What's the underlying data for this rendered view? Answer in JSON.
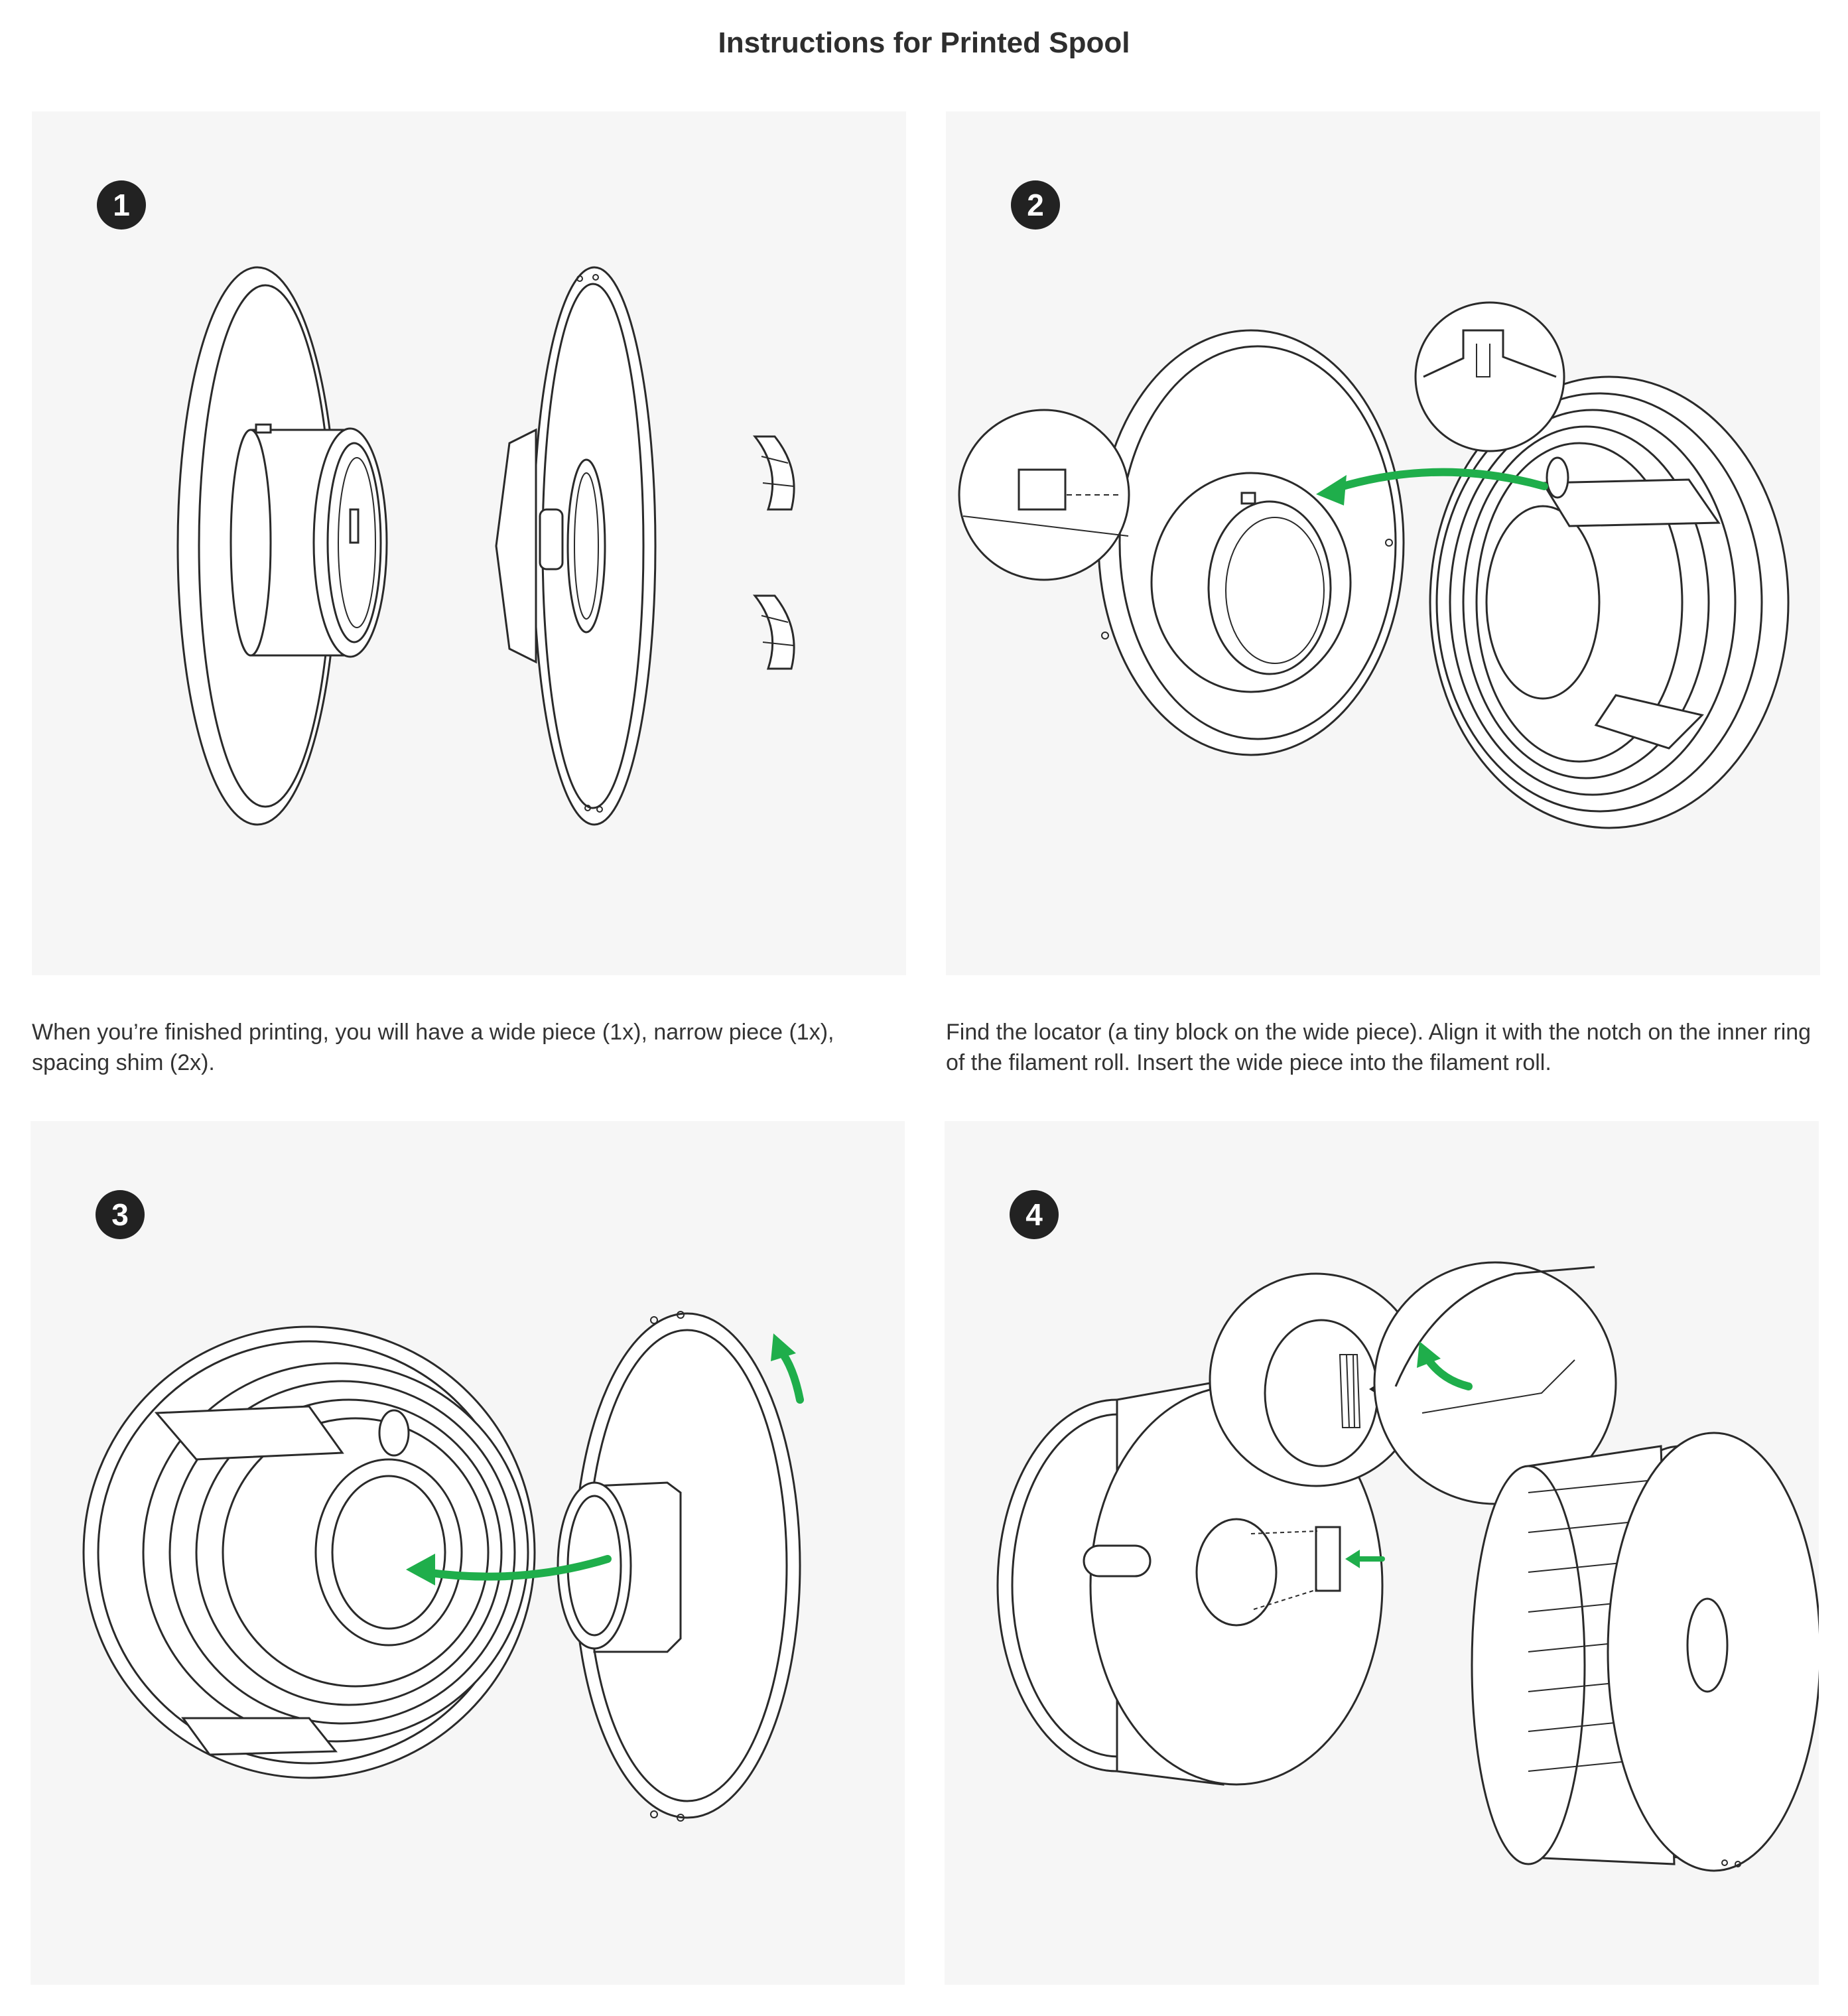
{
  "page": {
    "title": "Instructions for Printed Spool"
  },
  "colors": {
    "accent": "#1fae4b",
    "badge": "#222222",
    "panel_bg": "#f6f6f6"
  },
  "steps": [
    {
      "number": "1",
      "caption": "When you’re finished printing, you will have a wide piece (1x), narrow piece (1x), spacing shim (2x)."
    },
    {
      "number": "2",
      "caption": "Find the locator (a tiny block on the wide piece). Align it with the notch on the inner ring of the filament roll. Insert the wide piece into the filament roll."
    },
    {
      "number": "3",
      "caption": ""
    },
    {
      "number": "4",
      "caption": ""
    }
  ]
}
